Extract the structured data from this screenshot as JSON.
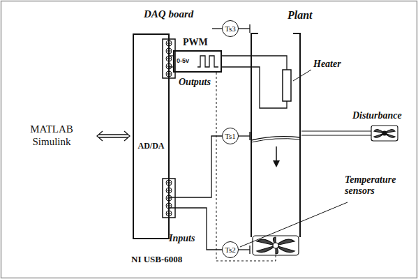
{
  "diagram": {
    "nodes": [
      {
        "text": [
          "DAQ board",
          "AD/DA"
        ]
      },
      {
        "text": [
          "PWM",
          "0-5v"
        ]
      },
      {
        "text": [
          "Ts3"
        ]
      },
      {
        "text": [
          "Plant"
        ]
      },
      {
        "text": [
          "Ts1"
        ]
      },
      {
        "text": [
          "Ts2"
        ]
      }
    ],
    "edges": [
      {
        "from": 0,
        "to": 1,
        "arrow": "none"
      },
      {
        "from": 0,
        "to": 1,
        "arrow": "none"
      },
      {
        "from": 4,
        "to": 0,
        "arrow": "none"
      },
      {
        "from": 5,
        "to": 0,
        "arrow": "none"
      }
    ],
    "labels": [
      "MATLAB Simulink",
      "Outputs",
      "Inputs",
      "NI USB-6008",
      "Heater",
      "Disturbance",
      "Temperature sensors"
    ]
  }
}
